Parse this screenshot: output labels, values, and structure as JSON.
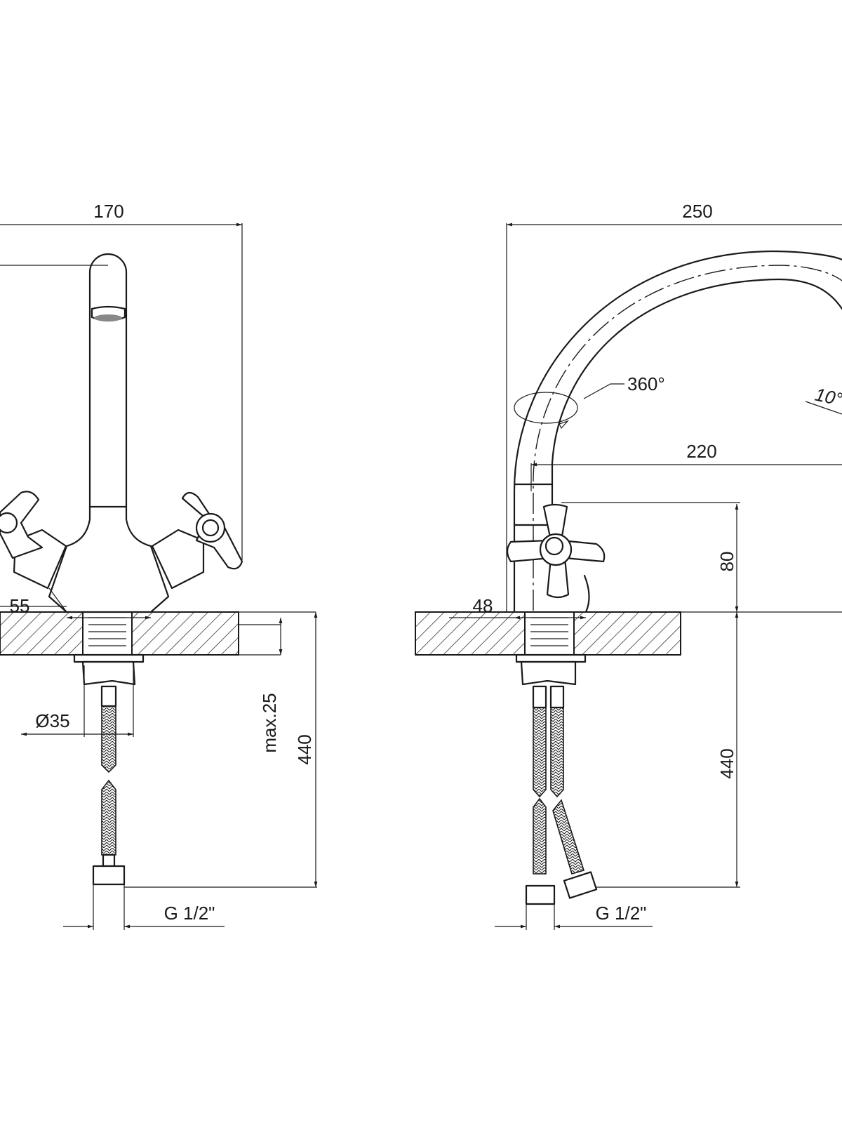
{
  "front_view": {
    "width_label": "170",
    "spacing_label": "55",
    "diameter_label": "Ø35",
    "max_thickness_label": "max.25",
    "hose_length_label": "440",
    "thread_label": "G 1/2\""
  },
  "side_view": {
    "width_label": "250",
    "reach_label": "220",
    "swivel_label": "360°",
    "tilt_label": "10°",
    "height_label": "80",
    "base_label": "48",
    "hose_length_label": "440",
    "thread_label": "G 1/2\""
  },
  "colors": {
    "line": "#1a1a1a",
    "background": "#ffffff"
  }
}
